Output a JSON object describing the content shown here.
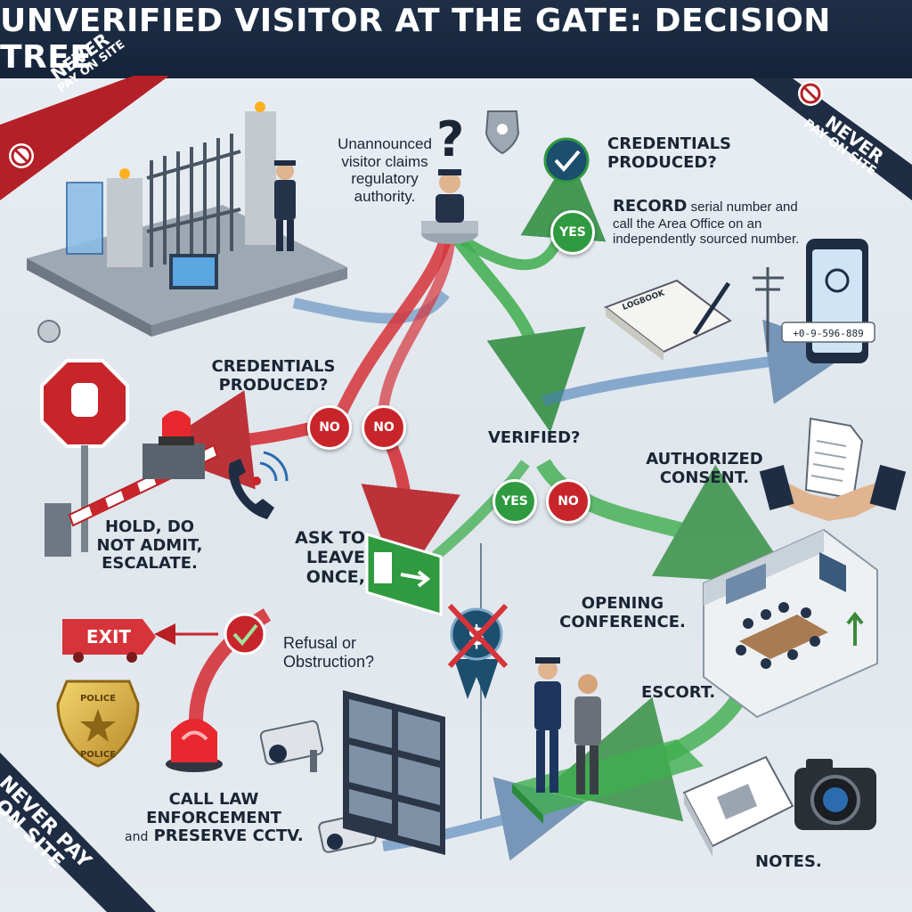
{
  "title": "UNVERIFIED VISITOR AT THE GATE: DECISION TREE",
  "banners": {
    "top_left": [
      "NEVER",
      "PAY ON SITE"
    ],
    "top_right": [
      "NEVER",
      "PAY ON SITE"
    ],
    "bottom_left": [
      "NEVER PAY",
      "ON SITE"
    ]
  },
  "nodes": {
    "start": "Unannounced visitor claims regulatory authority.",
    "credentials_right": "CREDENTIALS PRODUCED?",
    "record_bold": "RECORD",
    "record_rest": " serial number and call the Area Office on an independently sourced number.",
    "credentials_left": "CREDENTIALS PRODUCED?",
    "verified": "VERIFIED?",
    "authorized": "AUTHORIZED CONSENT.",
    "hold": "HOLD, DO NOT ADMIT, ESCALATE.",
    "ask_leave": "ASK TO LEAVE ONCE,",
    "refusal": "Refusal or Obstruction?",
    "opening": "OPENING CONFERENCE.",
    "escort": "ESCORT.",
    "call_law": "CALL LAW ENFORCEMENT",
    "preserve_and": "and",
    "preserve_rest": " PRESERVE CCTV.",
    "notes": "NOTES."
  },
  "decisions": {
    "yes_top": "YES",
    "no_left_1": "NO",
    "no_left_2": "NO",
    "yes_verified": "YES",
    "no_verified": "NO"
  },
  "props": {
    "logbook": "LOGBOOK",
    "phone_number": "+0-9-596-889",
    "exit_sign": "EXIT",
    "badge_top": "POLICE",
    "badge_bottom": "POLICE"
  },
  "colors": {
    "red_path": "#d6333a",
    "green_path": "#3fae4d",
    "blue_path": "#4a7fb8",
    "title_bg": "#14233a"
  },
  "icons": [
    "question-mark-icon",
    "shield-icon",
    "check-icon",
    "stop-hand-icon",
    "siren-icon",
    "phone-icon",
    "exit-door-icon",
    "police-badge-icon",
    "cctv-camera-icon",
    "handshake-icon",
    "camera-icon",
    "no-money-icon",
    "document-icon"
  ]
}
